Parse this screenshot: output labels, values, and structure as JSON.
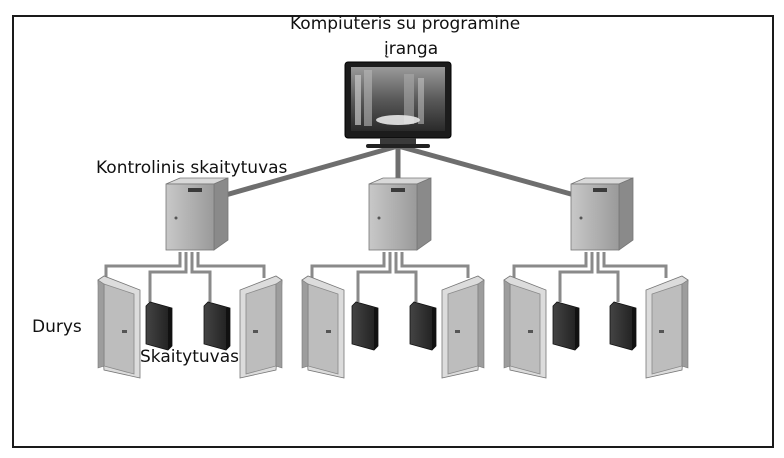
{
  "labels": {
    "computer_line1": "Kompiuteris su programine",
    "computer_line2": "įranga",
    "controller": "Kontrolinis skaitytuvas",
    "doors": "Durys",
    "readers": "Skaitytuvas"
  },
  "colors": {
    "line": "#6e6e6e",
    "cabinet": "#b0b0b0",
    "reader": "#2d2d2d",
    "door": "#d2d2d2",
    "border": "#1a1a1a"
  },
  "icons": [
    "monitor-icon",
    "controller-cabinet-icon",
    "door-icon",
    "card-reader-icon"
  ]
}
